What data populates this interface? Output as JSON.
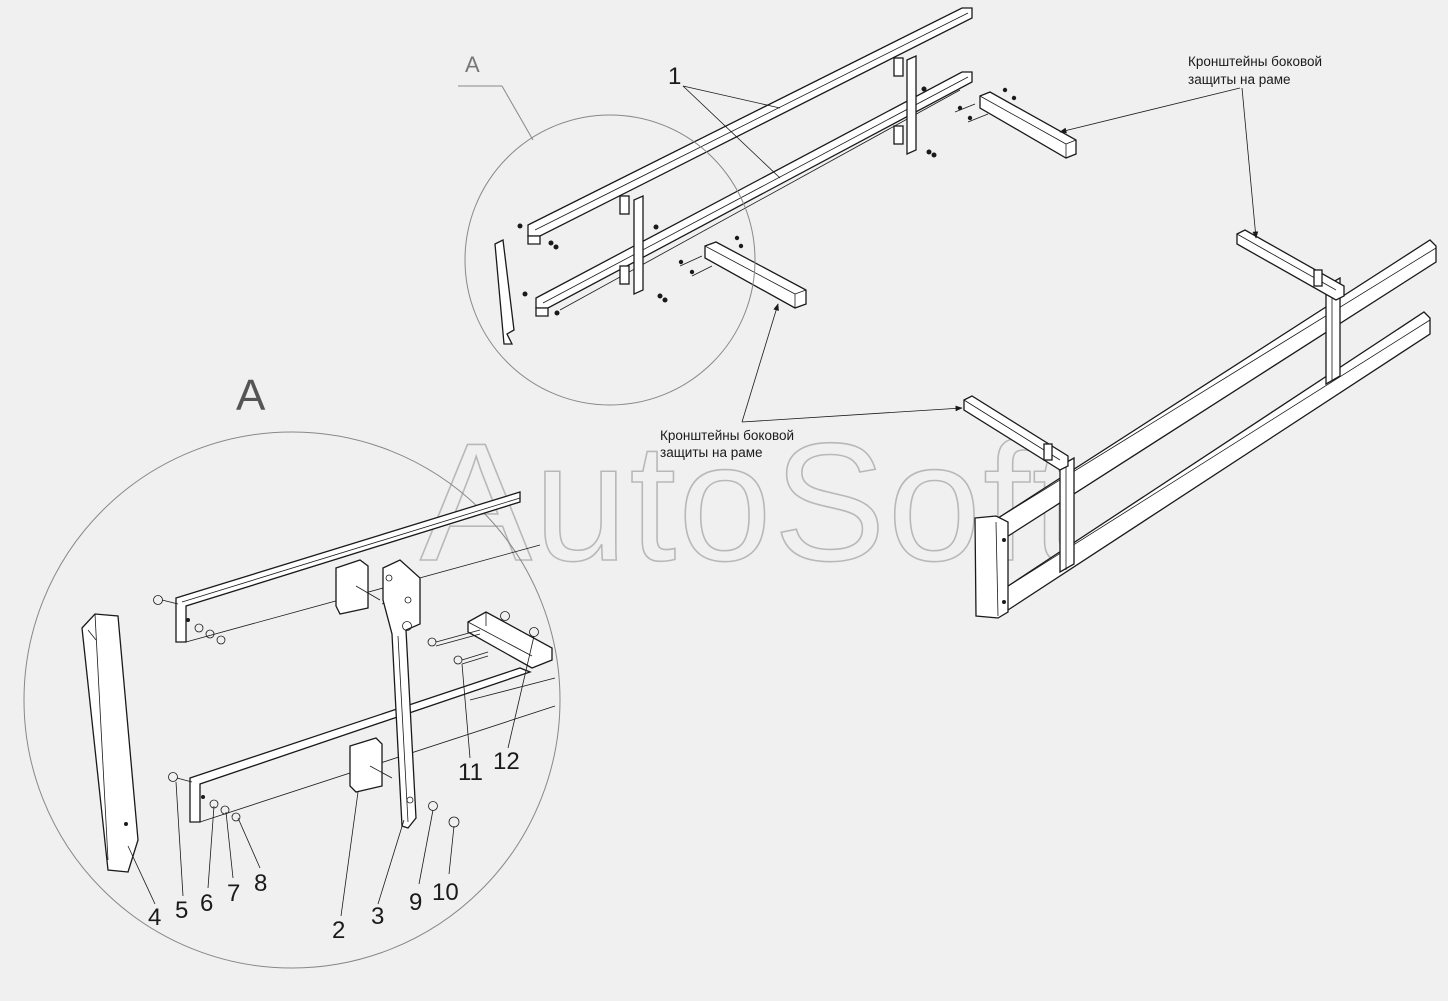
{
  "view_label_small": "A",
  "view_label_large": "A",
  "watermark": "AutoSoft",
  "callout_top_right": [
    "Кронштейны боковой",
    "защиты на раме"
  ],
  "callout_center": [
    "Кронштейны боковой",
    "защиты на раме"
  ],
  "part_numbers": {
    "p1": "1",
    "p2": "2",
    "p3": "3",
    "p4": "4",
    "p5": "5",
    "p6": "6",
    "p7": "7",
    "p8": "8",
    "p9": "9",
    "p10": "10",
    "p11": "11",
    "p12": "12"
  },
  "colors": {
    "background": "#f0f0f0",
    "rail": "#ffffff",
    "line": "#1a1a1a",
    "watermark": "#b8b8b8"
  }
}
